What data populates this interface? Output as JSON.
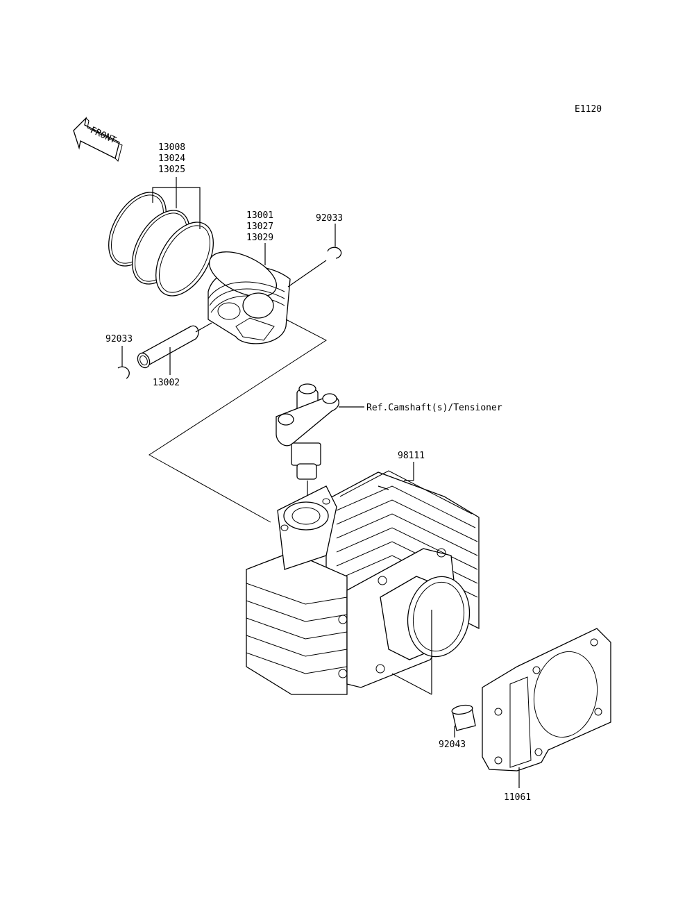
{
  "diagram_code": "E1120",
  "front_label": "FRONT",
  "labels": {
    "rings": [
      "13008",
      "13024",
      "13025"
    ],
    "piston": [
      "13001",
      "13027",
      "13029"
    ],
    "circlip_right": "92033",
    "circlip_left": "92033",
    "pin": "13002",
    "tensioner_ref": "Ref.Camshaft(s)/Tensioner",
    "cylinder": "98111",
    "dowel": "92043",
    "gasket": "11061"
  }
}
